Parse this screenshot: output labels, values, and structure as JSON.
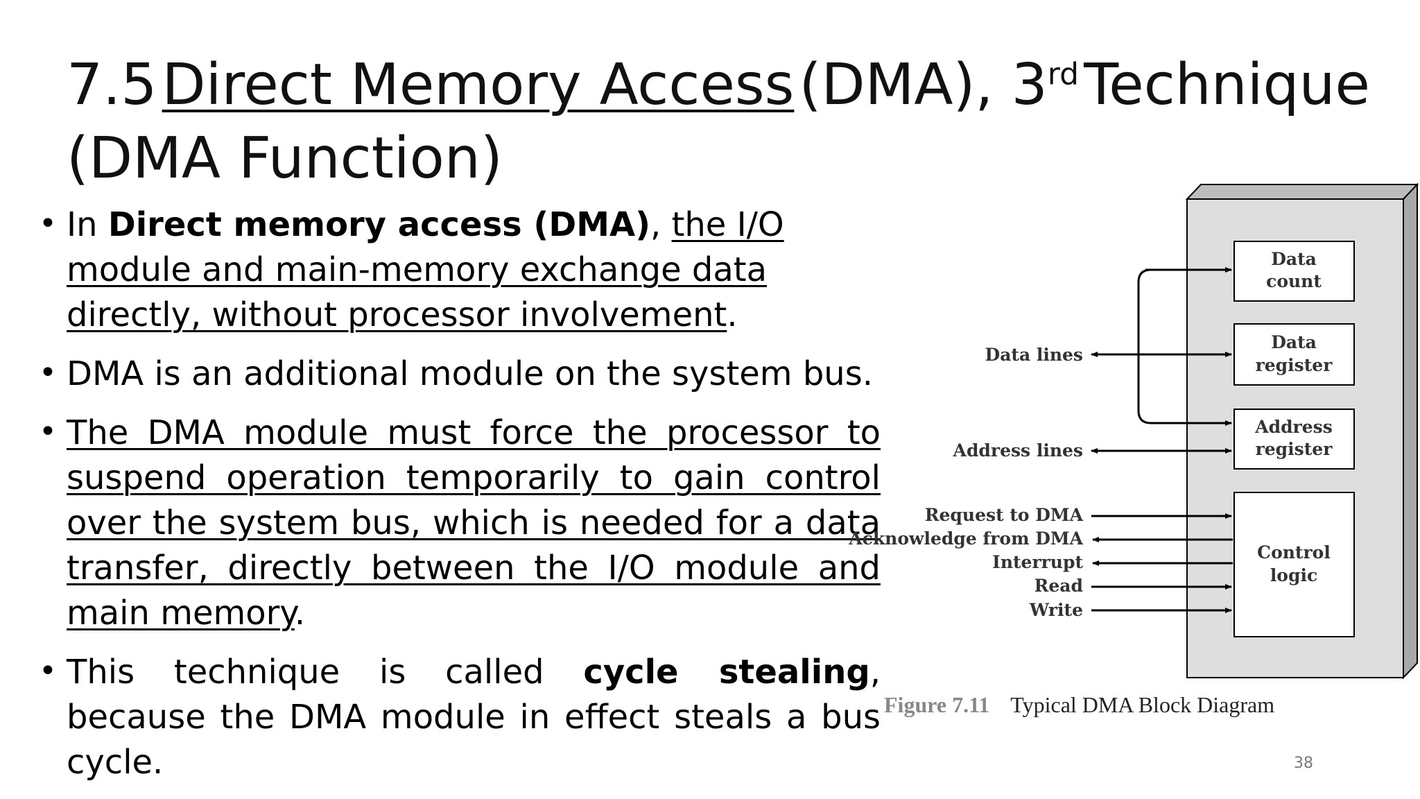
{
  "slide": {
    "title": {
      "number": "7.5",
      "underlined": "Direct Memory Access",
      "middle": "(DMA), 3",
      "superscript": "rd",
      "end": "Technique",
      "line2": "(DMA Function)"
    },
    "bullets": [
      {
        "pre": "In ",
        "bold": "Direct memory access (DMA)",
        "comma": ", ",
        "underlined": "the I/O module and main-memory exchange data directly, without processor involvement",
        "post": "."
      },
      {
        "text": "DMA is an additional module on the system bus."
      },
      {
        "underlined": "The DMA module must force the processor to suspend operation temporarily to gain control over the system bus, which is needed for a data transfer, directly between the I/O module and main memory",
        "post": "."
      },
      {
        "pre": "This technique is called ",
        "bold": "cycle stealing",
        "post": ", because the DMA module in effect steals a bus cycle."
      }
    ],
    "page_number": "38"
  },
  "diagram": {
    "boxes": {
      "data_count": [
        "Data",
        "count"
      ],
      "data_register": [
        "Data",
        "register"
      ],
      "address_register": [
        "Address",
        "register"
      ],
      "control_logic": [
        "Control",
        "logic"
      ]
    },
    "signals": {
      "data_lines": "Data lines",
      "address_lines": "Address lines",
      "request": "Request to DMA",
      "acknowledge": "Acknowledge from DMA",
      "interrupt": "Interrupt",
      "read": "Read",
      "write": "Write"
    },
    "caption_label": "Figure 7.11",
    "caption_text": "Typical DMA Block Diagram"
  }
}
